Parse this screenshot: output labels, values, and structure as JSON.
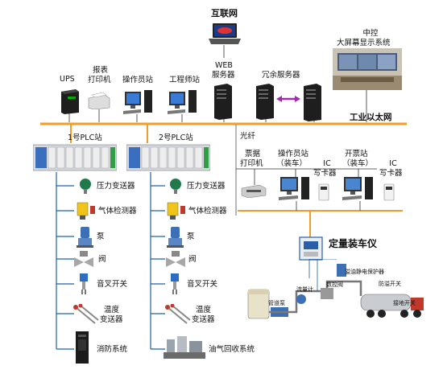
{
  "internet": {
    "label": "互联网"
  },
  "control_center": {
    "label_line1": "中控",
    "label_line2": "大屏幕显示系统"
  },
  "top_devices": {
    "ups": "UPS",
    "report_printer_1": "报表",
    "report_printer_2": "打印机",
    "operator_station": "操作员站",
    "engineer_station": "工程师站",
    "web_server_1": "WEB",
    "web_server_2": "服务器",
    "redundant_server": "冗余服务器"
  },
  "industrial_ethernet": "工业以太网",
  "fiber": "光纤",
  "plc1": {
    "label": "1号PLC站",
    "items": [
      "压力变送器",
      "气体检测器",
      "泵",
      "阀",
      "音叉开关",
      "温度",
      "变送器",
      "消防系统"
    ]
  },
  "plc2": {
    "label": "2号PLC站",
    "items": [
      "压力变送器",
      "气体检测器",
      "泵",
      "阀",
      "音叉开关",
      "温度",
      "变送器",
      "油气回收系统"
    ]
  },
  "loading_area": {
    "ticket_printer_1": "票据",
    "ticket_printer_2": "打印机",
    "operator_station_1": "操作员站",
    "operator_station_2": "（装车）",
    "ic_reader_1a": "IC",
    "ic_reader_1b": "写卡器",
    "ticket_station_1": "开票站",
    "ticket_station_2": "（装车）",
    "ic_reader_2a": "IC",
    "ic_reader_2b": "写卡器"
  },
  "loading_instrument": {
    "title": "定量装车仪",
    "labels": [
      "溢油静电保护器",
      "流量计",
      "数控阀",
      "防溢开关",
      "接地开关",
      "管道泵"
    ]
  },
  "colors": {
    "bus": "#f39c2b",
    "wire": "#1f5fb0",
    "fiber": "#888888"
  }
}
